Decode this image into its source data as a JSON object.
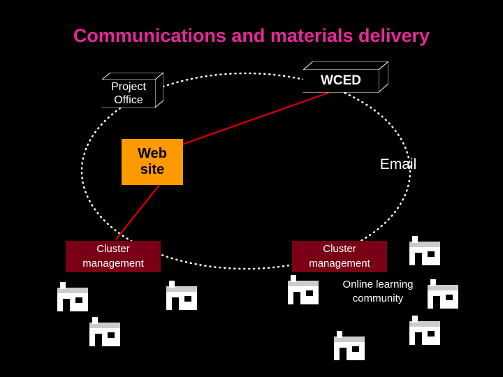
{
  "slide": {
    "title": "Communications and materials delivery",
    "background_color": "#000000",
    "title_color": "#e8289a"
  },
  "nodes": {
    "project_office": {
      "label": "Project\nOffice",
      "line1": "Project",
      "line2": "Office",
      "style": "3d-box-outline",
      "text_color": "#ffffff"
    },
    "wced": {
      "label": "WCED",
      "style": "3d-box-outline",
      "text_color": "#ffffff"
    },
    "web_site": {
      "line1": "Web",
      "line2": "site",
      "style": "filled-box",
      "fill_color": "#ff9900",
      "text_color": "#000000"
    },
    "email": {
      "label": "Email",
      "style": "plain-text",
      "text_color": "#ffffff"
    },
    "cluster_management_left": {
      "line1": "Cluster",
      "line2": "management",
      "style": "filled-box",
      "fill_color": "#7a0016",
      "text_color": "#ffffff"
    },
    "cluster_management_right": {
      "line1": "Cluster",
      "line2": "management",
      "style": "filled-box",
      "fill_color": "#7a0016",
      "text_color": "#ffffff"
    },
    "online_learning_community": {
      "line1": "Online learning",
      "line2": "community",
      "style": "plain-text",
      "text_color": "#ffffff"
    }
  },
  "connectors": {
    "ellipse": {
      "style": "dotted",
      "color": "#ffffff"
    },
    "links": [
      {
        "from": "wced",
        "to": "web_site",
        "color": "#cc0000"
      },
      {
        "from": "web_site",
        "to": "cluster_management_left",
        "color": "#cc0000"
      }
    ]
  },
  "icons": {
    "school_building": "school-building-icon",
    "count": 8
  }
}
